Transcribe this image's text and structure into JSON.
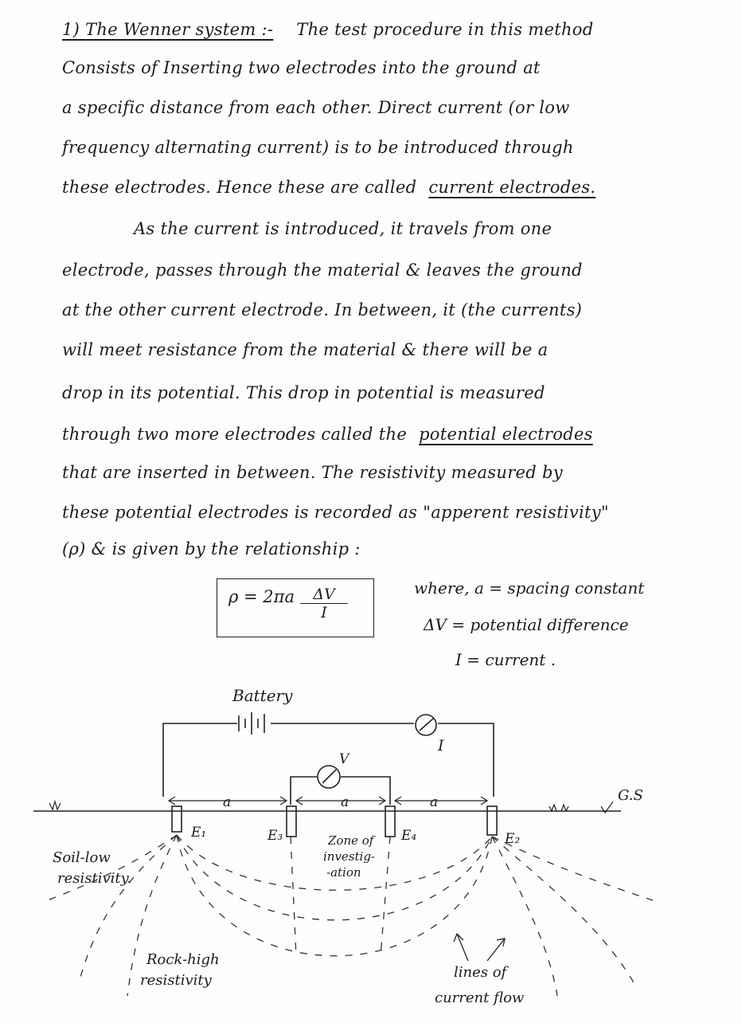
{
  "text": {
    "title": "1) The Wenner system :-",
    "lines": [
      "The test procedure in this method",
      "Consists of Inserting two electrodes into the ground at",
      "a specific distance from each other. Direct current (or low",
      "frequency alternating current) is to be introduced through",
      "these electrodes.  Hence these are called",
      "current electrodes.",
      "As the current is introduced, it travels from one",
      "electrode, passes through the material & leaves the ground",
      "at the other current electrode. In between, it (the currents)",
      "will meet resistance from the material & there will be a",
      "drop in its potential. This drop in potential is measured",
      "through two more electrodes called the",
      "potential electrodes",
      "that are inserted in between. The resistivity measured by",
      "these potential electrodes is recorded as \"apperent resistivity\"",
      "(ρ) & is given by the relationship :"
    ]
  },
  "formula": {
    "lhs": "ρ = 2πa",
    "numerator": "ΔV",
    "denominator": "I"
  },
  "legend": {
    "a": "where, a = spacing constant",
    "dv": "ΔV = potential difference",
    "i": "I = current ."
  },
  "diagram": {
    "battery": "Battery",
    "ammeter": "I",
    "voltmeter": "V",
    "spacing_label": "a",
    "electrodes": [
      "E₁",
      "E₃",
      "E₄",
      "E₂"
    ],
    "ground_surface": "G.S",
    "soil_label": [
      "Soil-low",
      "resistivity."
    ],
    "rock_label": [
      "Rock-high",
      "resistivity"
    ],
    "zone_label": [
      "Zone of",
      "investig-",
      "-ation"
    ],
    "flow_label": [
      "lines of",
      "current flow"
    ]
  }
}
